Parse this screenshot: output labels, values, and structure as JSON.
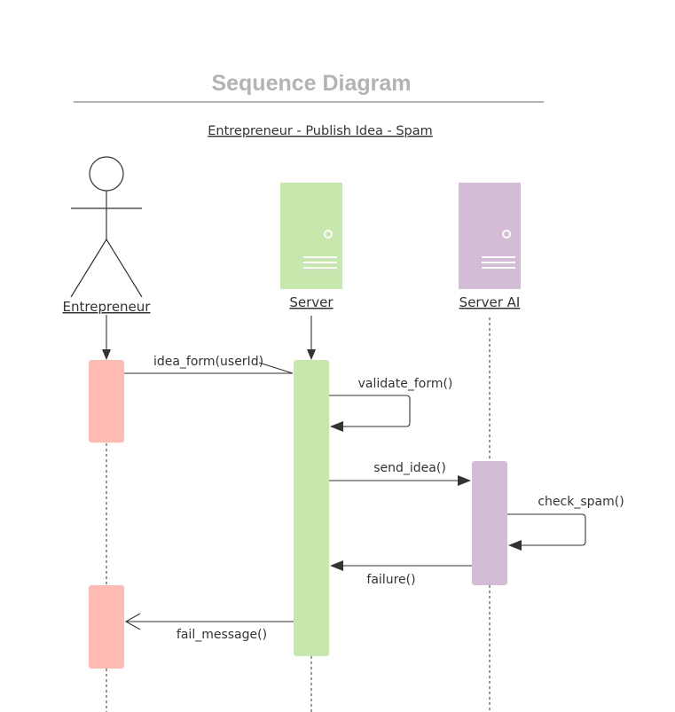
{
  "diagram": {
    "title": "Sequence Diagram",
    "subtitle": "Entrepreneur - Publish Idea - Spam"
  },
  "participants": {
    "entrepreneur": {
      "label": "Entrepreneur",
      "icon": "stick-figure-icon",
      "activation_color": "#ffbbb1"
    },
    "server": {
      "label": "Server",
      "icon": "server-icon",
      "color": "#c7e8ac",
      "activation_color": "#c7e8ac"
    },
    "server_ai": {
      "label": "Server AI",
      "icon": "server-icon",
      "color": "#d5bcd6",
      "activation_color": "#d5bcd6"
    }
  },
  "messages": {
    "idea_form": "idea_form(userId)",
    "validate_form": "validate_form()",
    "send_idea": "send_idea()",
    "check_spam": "check_spam()",
    "failure": "failure()",
    "fail_message": "fail_message()"
  }
}
